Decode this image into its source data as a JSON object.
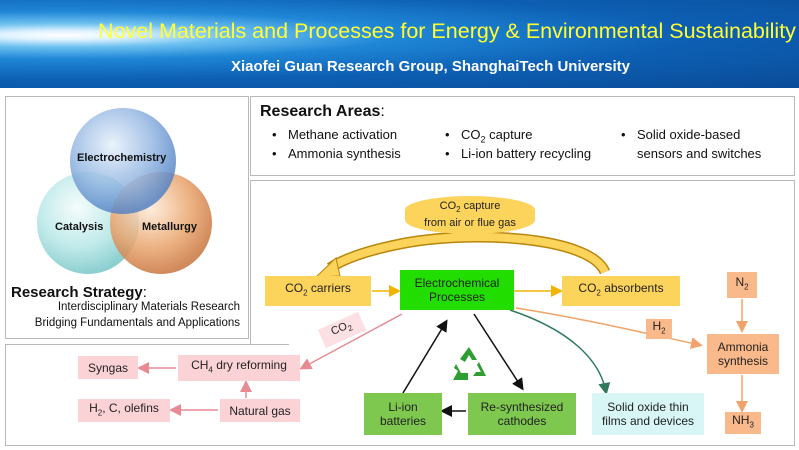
{
  "header": {
    "title": "Novel Materials and Processes for Energy & Environmental Sustainability",
    "subtitle": "Xiaofei Guan Research Group, ShanghaiTech University"
  },
  "strategy": {
    "circles": [
      "Electrochemistry",
      "Catalysis",
      "Metallurgy"
    ],
    "heading": "Research Strategy",
    "heading_suffix": ":",
    "line1": "Interdisciplinary Materials Research",
    "line2": "Bridging Fundamentals and Applications"
  },
  "areas": {
    "heading": "Research Areas",
    "heading_suffix": ":",
    "col1": [
      "Methane activation",
      "Ammonia synthesis"
    ],
    "col2_pre": "CO",
    "col2_sub": "2",
    "col2_post": " capture",
    "col2_line2": "Li-ion battery recycling",
    "col3": [
      "Solid oxide-based",
      "sensors and switches"
    ]
  },
  "diagram": {
    "capture_pre": "CO",
    "capture_sub": "2",
    "capture_post": " capture",
    "capture_line2": "from air or flue gas",
    "carriers_pre": "CO",
    "carriers_sub": "2",
    "carriers_post": " carriers",
    "center_line1": "Electrochemical",
    "center_line2": "Processes",
    "absorbents_pre": "CO",
    "absorbents_sub": "2",
    "absorbents_post": " absorbents",
    "n2_pre": "N",
    "n2_sub": "2",
    "h2_pre": "H",
    "h2_sub": "2",
    "ammonia_line1": "Ammonia",
    "ammonia_line2": "synthesis",
    "nh3_pre": "NH",
    "nh3_sub": "3",
    "co2_arrow_pre": "CO",
    "co2_arrow_sub": "2",
    "syngas": "Syngas",
    "ch4_pre": "CH",
    "ch4_sub": "4",
    "ch4_post": " dry reforming",
    "natural_gas": "Natural gas",
    "olefins_pre": "H",
    "olefins_sub": "2",
    "olefins_post": ", C, olefins",
    "liion_line1": "Li-ion",
    "liion_line2": "batteries",
    "resyn_line1": "Re-synthesized",
    "resyn_line2": "cathodes",
    "solid_line1": "Solid oxide thin",
    "solid_line2": "films and devices",
    "recycle_icon": "recycle-icon"
  },
  "colors": {
    "yellow_box": "#fcd35b",
    "green_center": "#22dd00",
    "green_box": "#7ec850",
    "pink_box": "#fbd3d6",
    "cyan_box": "#d8f6f6",
    "orange_box": "#f9b98a",
    "title_yellow": "#ffff33"
  }
}
